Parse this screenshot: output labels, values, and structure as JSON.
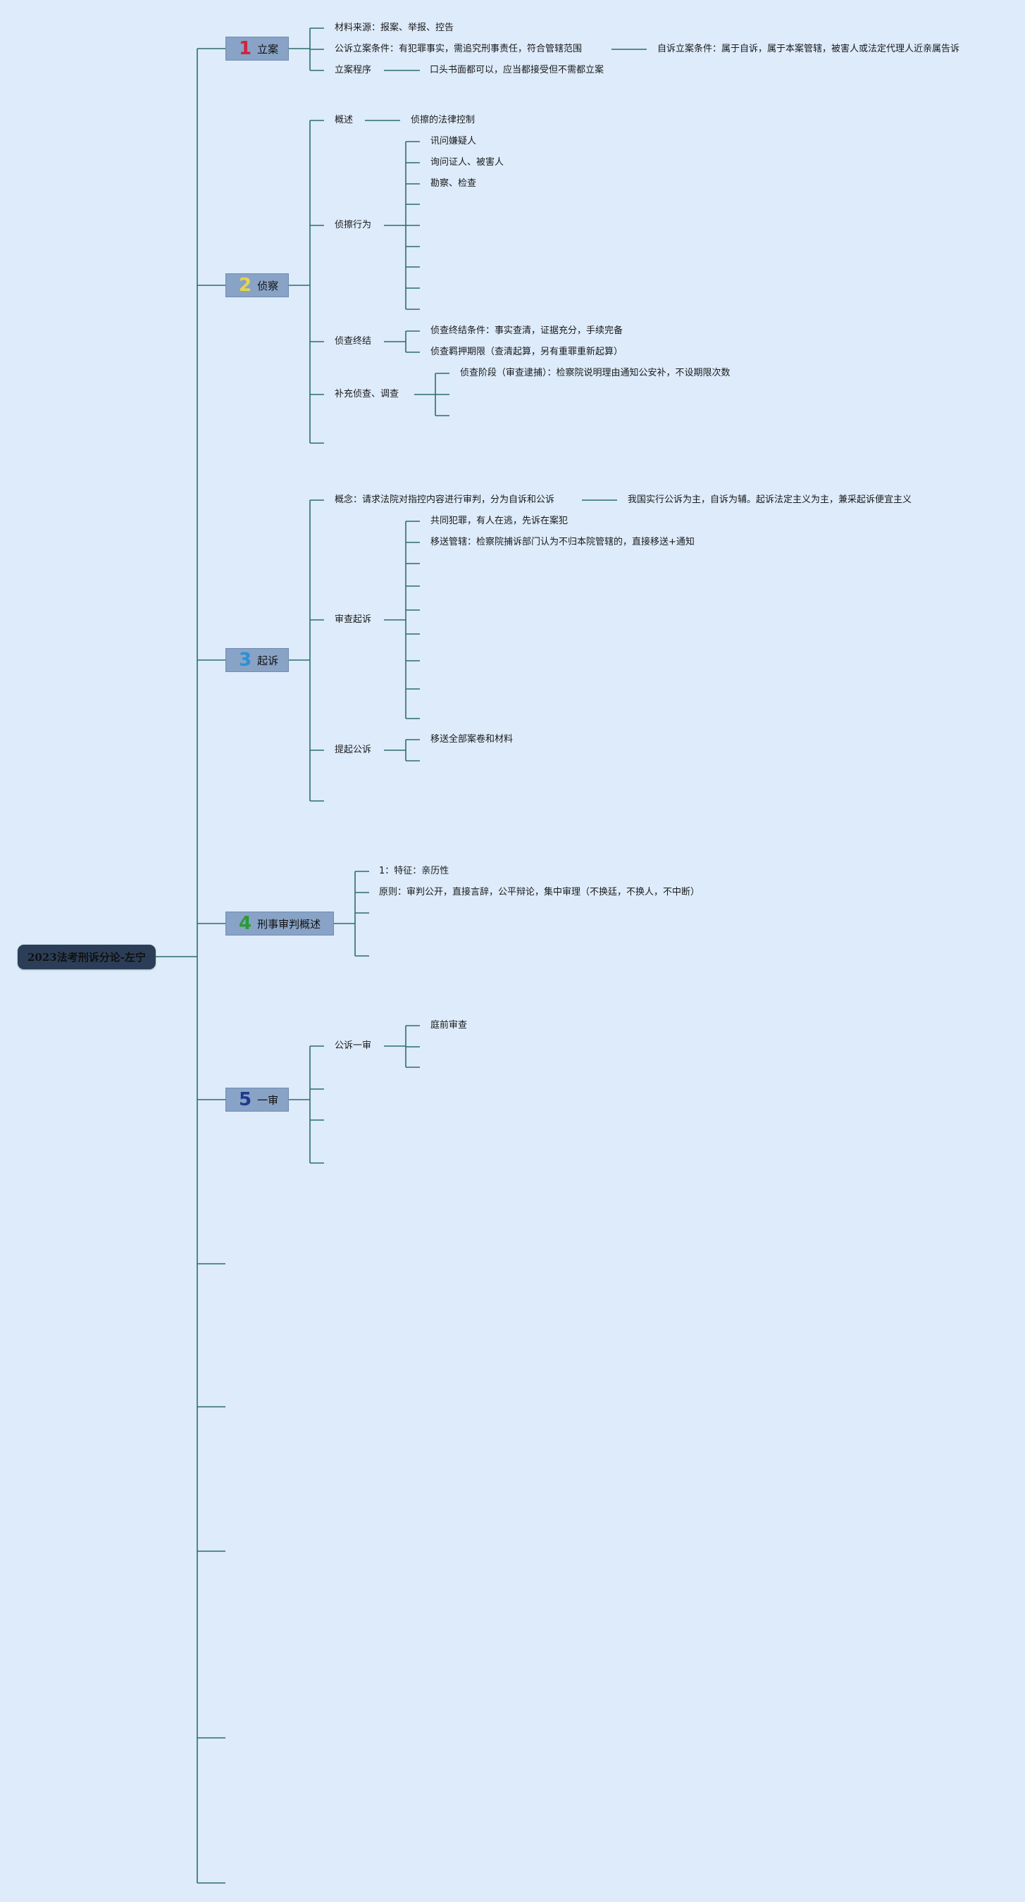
{
  "title": "2023法考刑诉分论-左宁",
  "colors": {
    "background": "#ddebfb",
    "line": "#2c6e66",
    "root_fill": "#2c3e57",
    "branch_fill": "#88a3c6",
    "num1": "#d2233c",
    "num2": "#e7d54c",
    "num3": "#2d8fd6",
    "num4": "#2a9a3a",
    "num5": "#1f3a8a"
  },
  "branches": [
    {
      "num": "1",
      "label": "立案",
      "items": [
        {
          "text": "材料来源：报案、举报、控告"
        },
        {
          "text": "公诉立案条件：有犯罪事实，需追究刑事责任，符合管辖范围",
          "child": "自诉立案条件：属于自诉，属于本案管辖，被害人或法定代理人近亲属告诉"
        },
        {
          "text": "立案程序",
          "child": "口头书面都可以，应当都接受但不需都立案"
        }
      ]
    },
    {
      "num": "2",
      "label": "侦察",
      "items": [
        {
          "text": "概述",
          "child": "侦擦的法律控制"
        },
        {
          "text": "侦擦行为",
          "children": [
            "讯问嫌疑人",
            "询问证人、被害人",
            "勘察、检查",
            "",
            "",
            "",
            "",
            "",
            ""
          ]
        },
        {
          "text": "侦查终结",
          "children": [
            "侦查终结条件：事实查清，证据充分，手续完备",
            "侦查羁押期限（查清起算，另有重罪重新起算）"
          ]
        },
        {
          "text": "补充侦查、调查",
          "children": [
            "侦查阶段（审查逮捕）：检察院说明理由通知公安补，不设期限次数",
            "",
            ""
          ]
        },
        {
          "text": ""
        }
      ]
    },
    {
      "num": "3",
      "label": "起诉",
      "items": [
        {
          "text": "概念：请求法院对指控内容进行审判，分为自诉和公诉",
          "child": "我国实行公诉为主，自诉为辅。起诉法定主义为主，兼采起诉便宜主义"
        },
        {
          "text": "审查起诉",
          "children": [
            "共同犯罪，有人在逃，先诉在案犯",
            "移送管辖：检察院捕诉部门认为不归本院管辖的，直接移送+通知",
            "",
            "",
            "",
            "",
            "",
            "",
            "",
            ""
          ]
        },
        {
          "text": "提起公诉",
          "children": [
            "移送全部案卷和材料",
            ""
          ]
        },
        {
          "text": ""
        }
      ]
    },
    {
      "num": "4",
      "label": "刑事审判概述",
      "items": [
        {
          "text": "1：特征：亲历性"
        },
        {
          "text": "原则：审判公开，直接言辞，公平辩论，集中审理（不换廷，不换人，不中断）"
        },
        {
          "text": ""
        },
        {
          "text": ""
        }
      ]
    },
    {
      "num": "5",
      "label": "一审",
      "items": [
        {
          "text": "公诉一审",
          "children": [
            "庭前审查",
            "",
            ""
          ]
        },
        {
          "text": ""
        },
        {
          "text": ""
        },
        {
          "text": ""
        }
      ]
    }
  ]
}
